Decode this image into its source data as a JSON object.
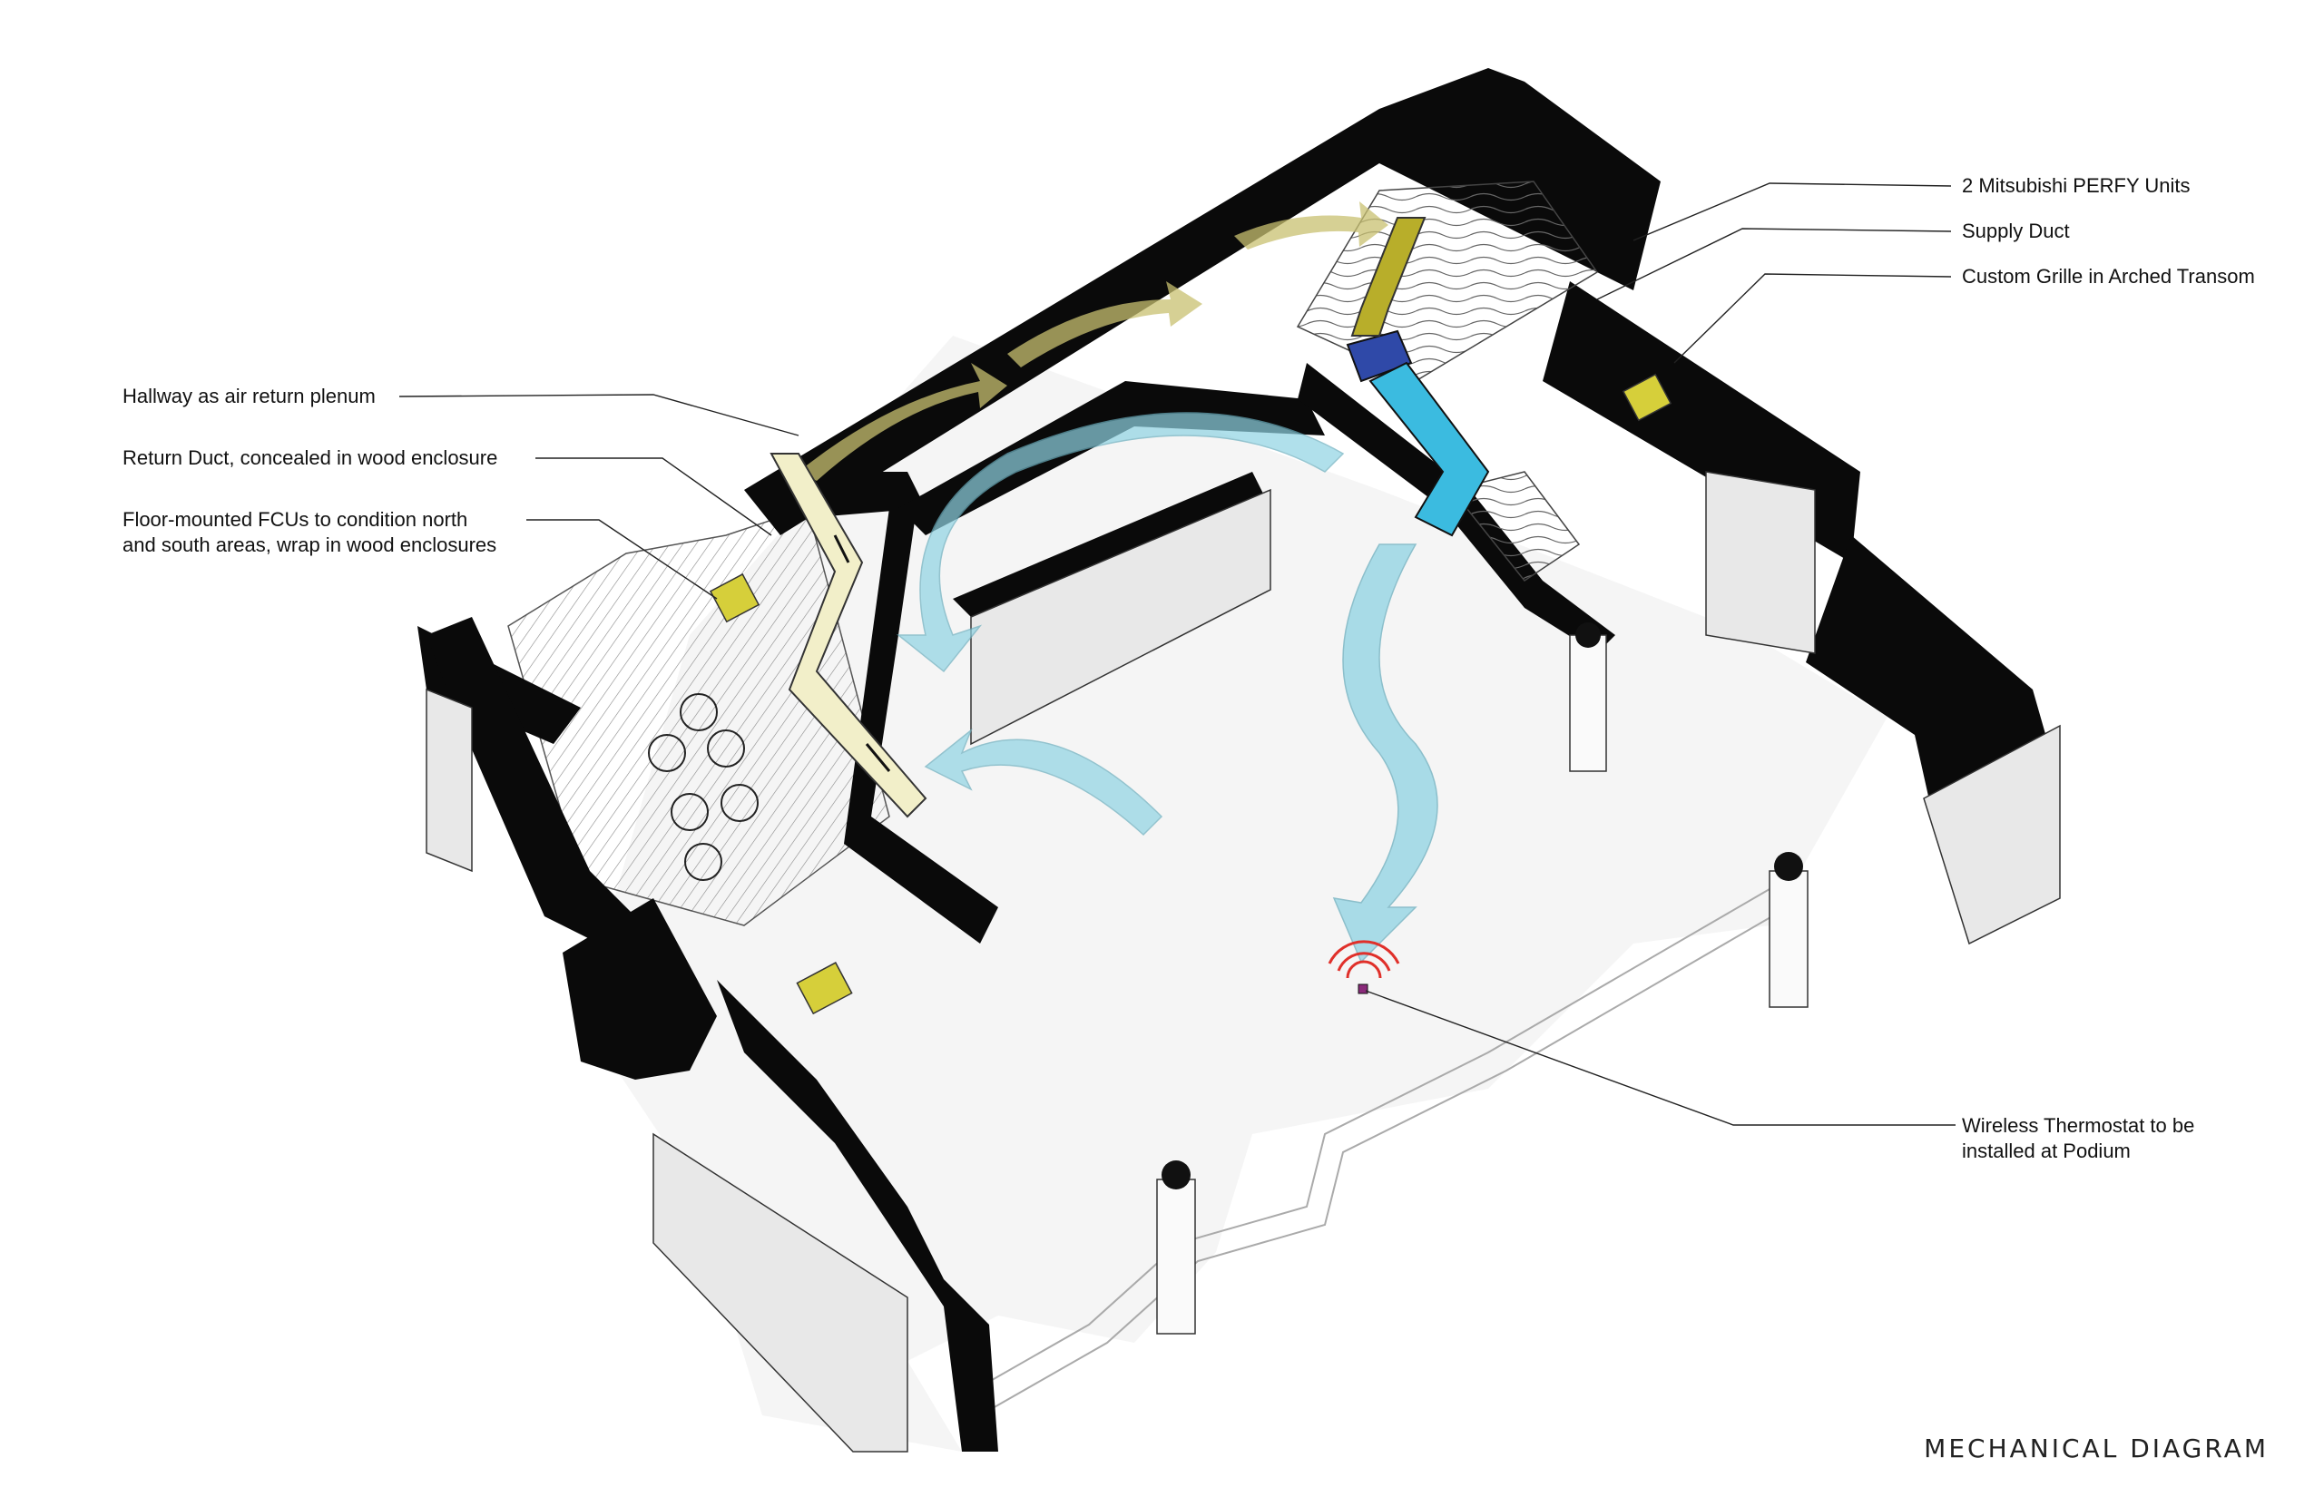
{
  "title": "MECHANICAL DIAGRAM",
  "labels": {
    "hallway": "Hallway as air return plenum",
    "return_duct": "Return Duct, concealed in wood enclosure",
    "fcu_line1": "Floor-mounted FCUs to condition north",
    "fcu_line2": "and south areas, wrap in wood enclosures",
    "perfy": "2 Mitsubishi PERFY Units",
    "supply_duct": "Supply Duct",
    "grille": "Custom Grille in Arched Transom",
    "thermostat_line1": "Wireless Thermostat to be",
    "thermostat_line2": "installed at Podium"
  },
  "colors": {
    "supply_air": "#8fd3e3",
    "supply_duct": "#3bbbe0",
    "perfy_unit": "#2f49a8",
    "return_air": "#c8c070",
    "return_duct_fill": "#f2efc9",
    "fcu_enclosure": "#d6cf3a",
    "thermostat_signal": "#e0302a",
    "wall": "#0a0a0a"
  }
}
